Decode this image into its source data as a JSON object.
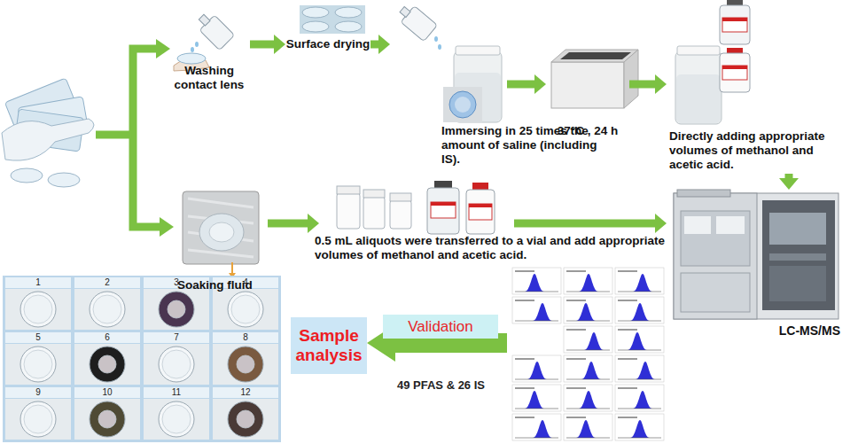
{
  "diagram": {
    "nodes": [
      {
        "text": [
          "Washing contact lens"
        ]
      },
      {
        "text": [
          "Surface drying"
        ]
      },
      {
        "text": [
          "Immersing in 25 times the amount of saline (including IS)."
        ]
      },
      {
        "text": [
          "37°C , 24 h"
        ]
      },
      {
        "text": [
          "Directly adding appropriate volumes of methanol and acetic acid."
        ]
      },
      {
        "text": [
          "LC-MS/MS"
        ]
      },
      {
        "text": [
          "Soaking fluid"
        ]
      },
      {
        "text": [
          "0.5 mL aliquots were transferred to a vial and add appropriate volumes of methanol and acetic acid."
        ]
      },
      {
        "text": [
          "Validation"
        ]
      },
      {
        "text": [
          "Sample analysis"
        ]
      }
    ],
    "edges": [
      {
        "from": 0,
        "to": 1,
        "arrow": "to"
      },
      {
        "from": 1,
        "to": 2,
        "arrow": "to"
      },
      {
        "from": 2,
        "to": 3,
        "arrow": "to"
      },
      {
        "from": 3,
        "to": 4,
        "arrow": "to"
      },
      {
        "from": 4,
        "to": 5,
        "arrow": "to"
      },
      {
        "from": 6,
        "to": 7,
        "arrow": "to"
      },
      {
        "from": 7,
        "to": 5,
        "arrow": "to"
      }
    ],
    "labels": [
      "1",
      "2",
      "3",
      "4",
      "5",
      "6",
      "7",
      "8",
      "9",
      "10",
      "11",
      "12",
      "49 PFAS & 26 IS"
    ]
  }
}
